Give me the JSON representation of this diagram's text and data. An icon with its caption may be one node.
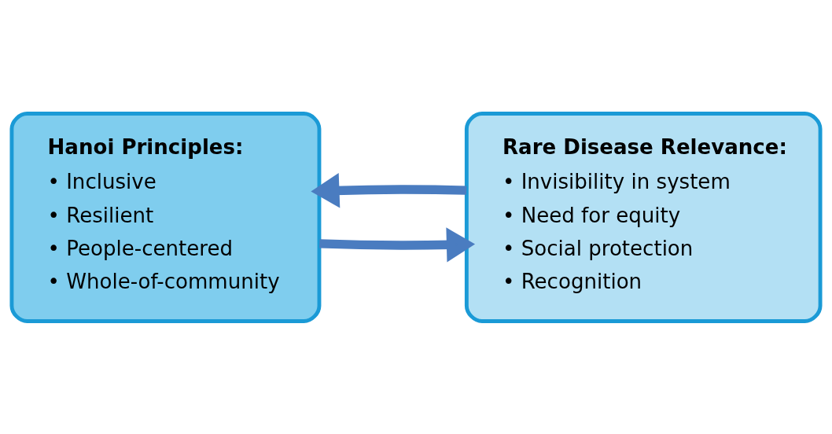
{
  "diagram": {
    "nodes": [
      {
        "text": [
          "Hanoi Principles:",
          "• Inclusive",
          "• Resilient",
          "• People-centered",
          "• Whole-of-community"
        ]
      },
      {
        "text": [
          "Rare Disease Relevance:",
          "• Invisibility in system",
          "• Need for equity",
          "• Social protection",
          "• Recognition"
        ]
      }
    ],
    "edges": [
      {
        "from": 0,
        "to": 1,
        "arrow": "to"
      },
      {
        "from": 1,
        "to": 0,
        "arrow": "to"
      }
    ]
  }
}
